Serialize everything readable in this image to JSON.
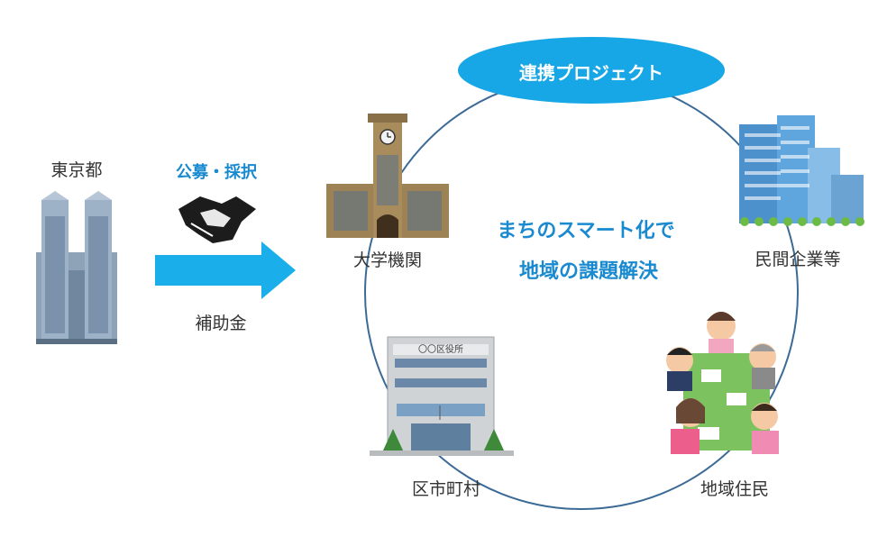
{
  "left": {
    "tokyo_label": "東京都",
    "offer_label": "公募・採択",
    "subsidy_label": "補助金"
  },
  "circle": {
    "project_label": "連携プロジェクト",
    "center_line1": "まちのスマート化で",
    "center_line2": "地域の課題解決",
    "university_label": "大学機関",
    "companies_label": "民間企業等",
    "municipal_label": "区市町村",
    "residents_label": "地域住民",
    "ward_office_sign": "〇〇区役所"
  },
  "colors": {
    "accent_blue": "#1a8ad0",
    "ellipse_fill": "#17a6e6",
    "arrow_fill": "#1aaeea",
    "ring_stroke": "#3c6a96"
  }
}
